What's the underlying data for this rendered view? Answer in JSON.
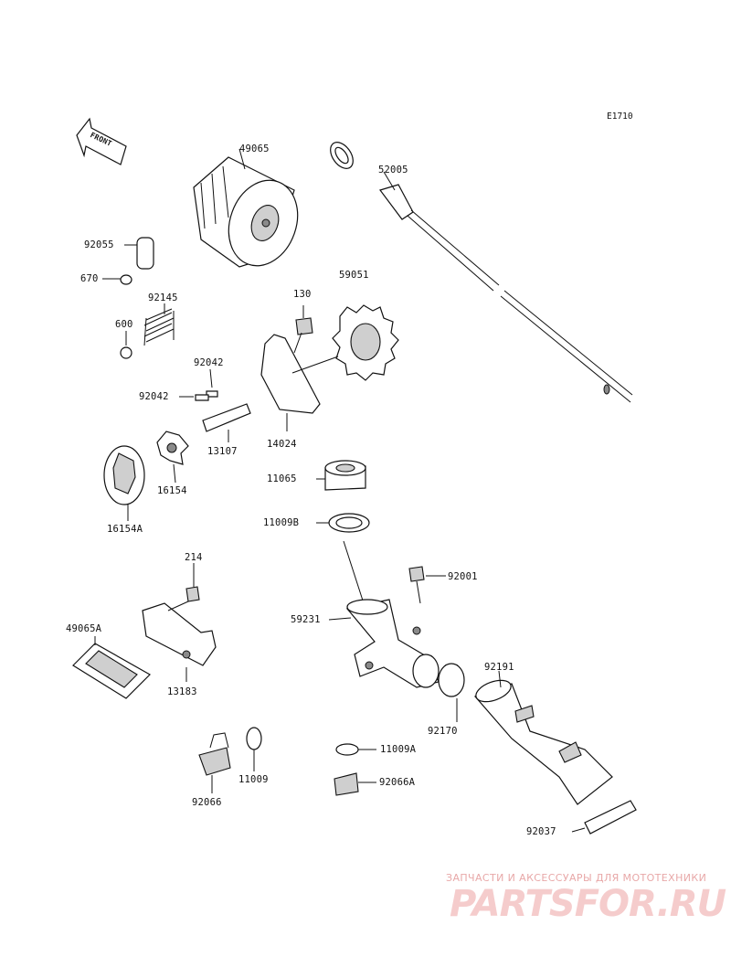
{
  "diagram_ref": "E1710",
  "front_label": "FRONT",
  "parts": {
    "p49065": "49065",
    "p52005": "52005",
    "p92055": "92055",
    "p670": "670",
    "p92145": "92145",
    "p600": "600",
    "p59051": "59051",
    "p130": "130",
    "p92042a": "92042",
    "p92042b": "92042",
    "p13107": "13107",
    "p14024": "14024",
    "p16154": "16154",
    "p16154A": "16154A",
    "p11065": "11065",
    "p11009B": "11009B",
    "p214": "214",
    "p92001": "92001",
    "p59231": "59231",
    "p49065A": "49065A",
    "p13183": "13183",
    "p92191": "92191",
    "p92170": "92170",
    "p11009A": "11009A",
    "p11009": "11009",
    "p92066A": "92066A",
    "p92066": "92066",
    "p92037": "92037"
  },
  "watermark": {
    "line1": "ЗАПЧАСТИ И АКСЕССУАРЫ ДЛЯ МОТОТЕХНИКИ",
    "line2": "PARTSFOR.RU"
  },
  "colors": {
    "line": "#111111",
    "watermark": "#e8a8a8"
  }
}
